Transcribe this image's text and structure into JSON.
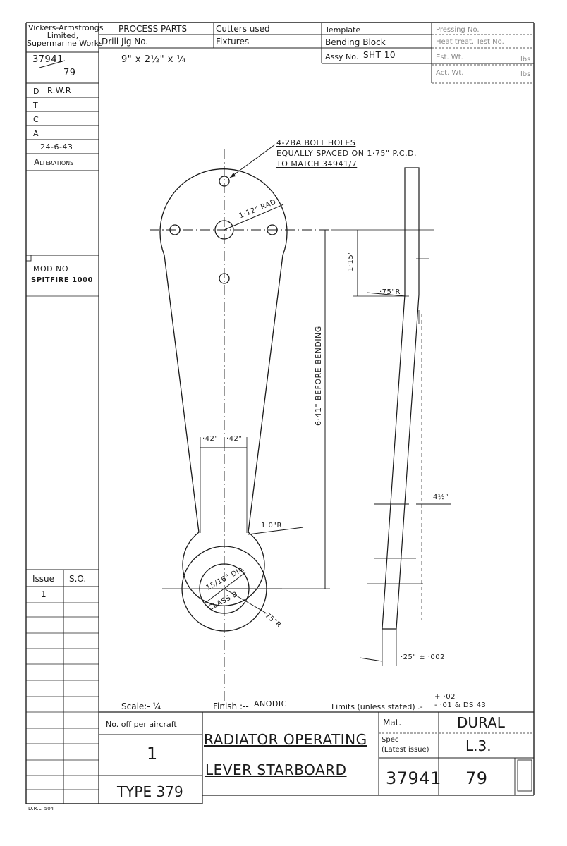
{
  "company": {
    "line1": "Vickers-Armstrongs",
    "line2": "Limited,",
    "line3": "Supermarine Works"
  },
  "drawing_ref": {
    "number": "37941",
    "sheet": "79"
  },
  "approvals": [
    {
      "code": "D",
      "value": "R.W.R"
    },
    {
      "code": "T",
      "value": ""
    },
    {
      "code": "C",
      "value": ""
    },
    {
      "code": "A",
      "value": ""
    }
  ],
  "approval_date": "24-6-43",
  "alterations_label": "Alterations",
  "mod": {
    "label": "MOD NO",
    "value": "SPITFIRE 1000"
  },
  "header": {
    "process_parts": "PROCESS PARTS",
    "cutters_used": "Cutters used",
    "drill_jig": "Drill Jig No.",
    "fixtures": "Fixtures",
    "stock_size": "9\" x 2½\" x ¼",
    "template": "Template",
    "bending_block": "Bending Block",
    "assy_no_label": "Assy No.",
    "assy_no_value": "SHT 10",
    "pressing_no": "Pressing No.",
    "heat_treat": "Heat treat. Test No.",
    "est_wt": "Est. Wt.",
    "act_wt": "Act. Wt.",
    "lbs": "lbs"
  },
  "annotations": {
    "bolt_holes_1": "4-2BA BOLT HOLES",
    "bolt_holes_2": "EQUALLY SPACED ON 1·75\" P.C.D.",
    "bolt_holes_3": "TO MATCH 34941/7",
    "rad_112": "1·12\" RAD",
    "dim_115": "1·15\"",
    "rad_75_top": "·75\"R",
    "length_before_bending": "6·41\" BEFORE BENDING",
    "dim_42_left": "·42\"",
    "dim_42_right": "·42\"",
    "angle": "4½°",
    "rad_10": "1·0\"R",
    "dia_1": "15/16\" DIA",
    "class_b": "CLASS B",
    "rad_75_bottom": "·75\"R",
    "thickness": "·25\" ± ·002"
  },
  "issue_table": {
    "issue_label": "Issue",
    "so_label": "S.O.",
    "issue_value": "1"
  },
  "footer": {
    "scale": "Scale:- ¼",
    "finish_label": "Finish :--",
    "finish_value": "ANODIC",
    "limits": "Limits (unless stated) .-",
    "limits_tol_plus": "+ ·02",
    "limits_tol_minus": "- ·01 & DS 43",
    "no_off_label": "No. off per aircraft",
    "no_off_value": "1",
    "type": "TYPE 379",
    "title_line1": "RADIATOR OPERATING",
    "title_line2": "LEVER STARBOARD",
    "mat_label": "Mat.",
    "mat_value": "DURAL",
    "spec_label1": "Spec",
    "spec_label2": "(Latest issue)",
    "spec_value": "L.3.",
    "drawing_number": "37941",
    "sheet_number": "79",
    "form_ref": "D.R.L. 504"
  }
}
